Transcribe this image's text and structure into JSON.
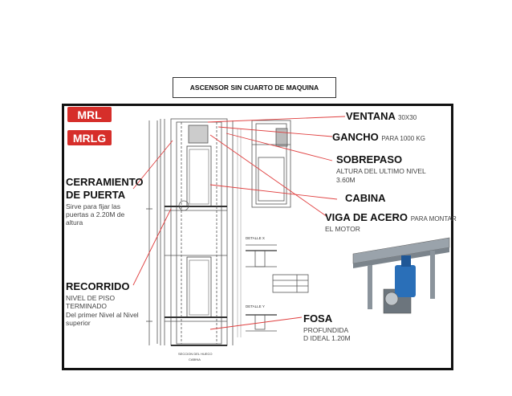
{
  "title": "ASCENSOR SIN CUARTO DE MAQUINA",
  "tags": {
    "mrl": "MRL",
    "mrlg": "MRLG"
  },
  "labels": {
    "cerramiento_1": "CERRAMIENTO",
    "cerramiento_2": "DE PUERTA",
    "cerramiento_desc_1": "Sirve para fijar las",
    "cerramiento_desc_2": "puertas a 2.20M de",
    "cerramiento_desc_3": "altura",
    "recorrido": "RECORRIDO",
    "recorrido_desc_1": "NIVEL DE PISO",
    "recorrido_desc_2": "TERMINADO",
    "recorrido_desc_3": "Del primer Nivel al Nivel",
    "recorrido_desc_4": "superior",
    "ventana": "VENTANA",
    "ventana_desc": "30X30",
    "gancho": "GANCHO",
    "gancho_desc": "PARA 1000 KG",
    "sobrepaso": "SOBREPASO",
    "sobrepaso_desc_1": "ALTURA DEL ULTIMO NIVEL",
    "sobrepaso_desc_2": "3.60M",
    "cabina": "CABINA",
    "viga": "VIGA DE ACERO",
    "viga_desc_1": "PARA MONTAR",
    "viga_desc_2": "EL MOTOR",
    "fosa": "FOSA",
    "fosa_desc_1": "PROFUNDIDA",
    "fosa_desc_2": "D IDEAL 1.20M"
  },
  "drawing_notes": {
    "detalle_x": "DETALLE X",
    "detalle_y": "DETALLE Y",
    "seccion": "SECCION DEL HUECO",
    "cabina_small": "CABINA"
  },
  "colors": {
    "accent_red": "#d62e2a",
    "leader_red": "#e04040",
    "motor_blue": "#2a6fb8"
  }
}
